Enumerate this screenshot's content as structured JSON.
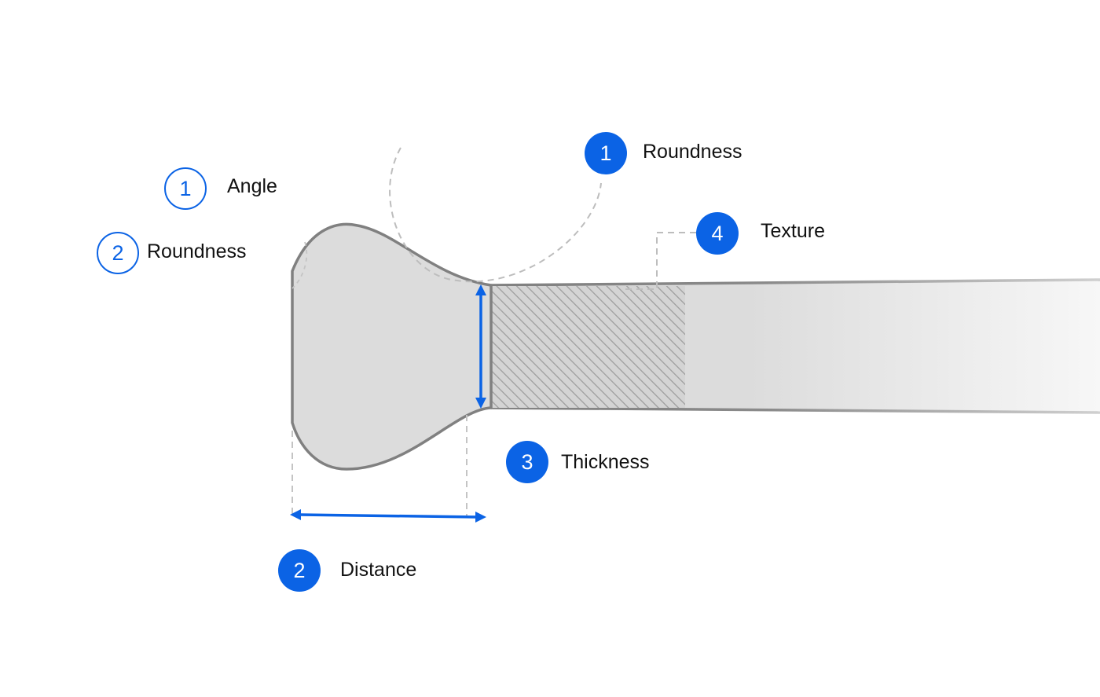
{
  "colors": {
    "accent": "#0b63e5",
    "shape_fill": "#dcdcdc",
    "shape_stroke": "#808080",
    "guide": "#bdbdbd",
    "text": "#111111"
  },
  "annotations": {
    "angle": {
      "number": "1",
      "label": "Angle",
      "style": "outline"
    },
    "roundness_left": {
      "number": "2",
      "label": "Roundness",
      "style": "outline"
    },
    "roundness_top": {
      "number": "1",
      "label": "Roundness",
      "style": "filled"
    },
    "texture": {
      "number": "4",
      "label": "Texture",
      "style": "filled"
    },
    "thickness": {
      "number": "3",
      "label": "Thickness",
      "style": "filled"
    },
    "distance": {
      "number": "2",
      "label": "Distance",
      "style": "filled"
    }
  }
}
